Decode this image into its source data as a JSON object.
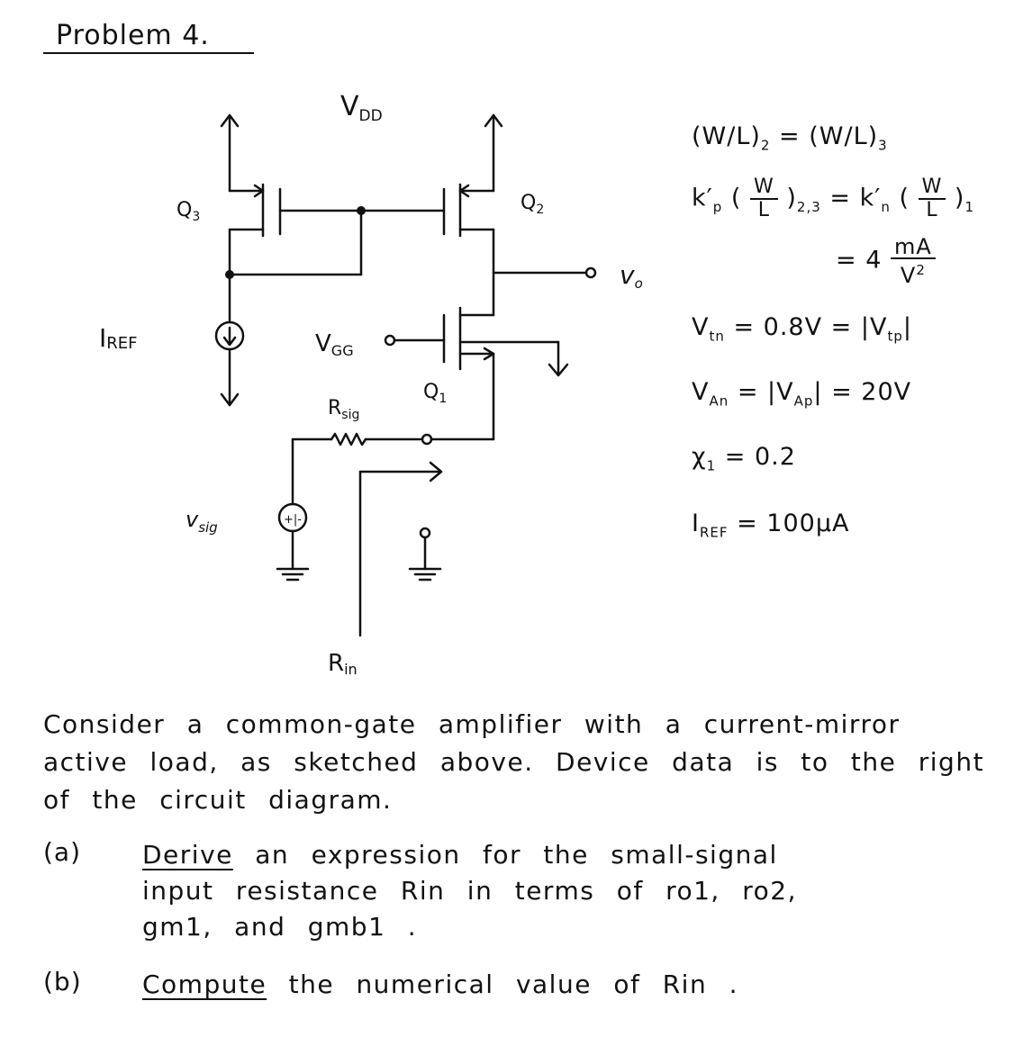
{
  "title": "Problem 4.",
  "circuit": {
    "vdd": "V",
    "vdd_sub": "DD",
    "q3": "Q",
    "q3_sub": "3",
    "q2": "Q",
    "q2_sub": "2",
    "q1": "Q",
    "q1_sub": "1",
    "vo": "v",
    "vo_sub": "o",
    "iref": "I",
    "iref_sub": "REF",
    "vgg": "V",
    "vgg_sub": "GG",
    "rsig": "R",
    "rsig_sub": "sig",
    "vsig": "v",
    "vsig_sub": "sig",
    "rin": "R",
    "rin_sub": "in",
    "source_sign": "+|-"
  },
  "specs": {
    "wl_left": "(W/L)",
    "wl_left_sub": "2",
    "wl_eq": " = ",
    "wl_right": "(W/L)",
    "wl_right_sub": "3",
    "kp": "k",
    "kp_sub": "p",
    "kp_prime": "′",
    "w": "W",
    "l": "L",
    "kp_frac_sub": "2,3",
    "kn": "k",
    "kn_sub": "n",
    "kn_frac_sub": "1",
    "eq4": "= 4",
    "ma": "mA",
    "v2": "V",
    "v2_sup": "2",
    "vtn": "V",
    "vtn_sub": "tn",
    "vtn_val": " = 0.8V = |V",
    "vtp_sub": "tp",
    "vtn_end": "|",
    "van": "V",
    "van_sub": "An",
    "van_val": " = |V",
    "vap_sub": "Ap",
    "vap_end": "| = 20V",
    "chi": "χ",
    "chi_sub": "1",
    "chi_val": " = 0.2",
    "iref": "I",
    "iref_sub": "REF",
    "iref_val": " = 100μA"
  },
  "text": {
    "paragraph": "Consider a common-gate amplifier with a current-mirror active load, as sketched above. Device data is to the right of the circuit diagram.",
    "a_label": "(a)",
    "a_verb": "Derive",
    "a_rest1": " an expression for the small-signal",
    "a_rest2": "input resistance Rin in terms of ro1, ro2,",
    "a_rest3": "gm1, and gmb1 .",
    "b_label": "(b)",
    "b_verb": "Compute",
    "b_rest": " the numerical value of Rin ."
  }
}
